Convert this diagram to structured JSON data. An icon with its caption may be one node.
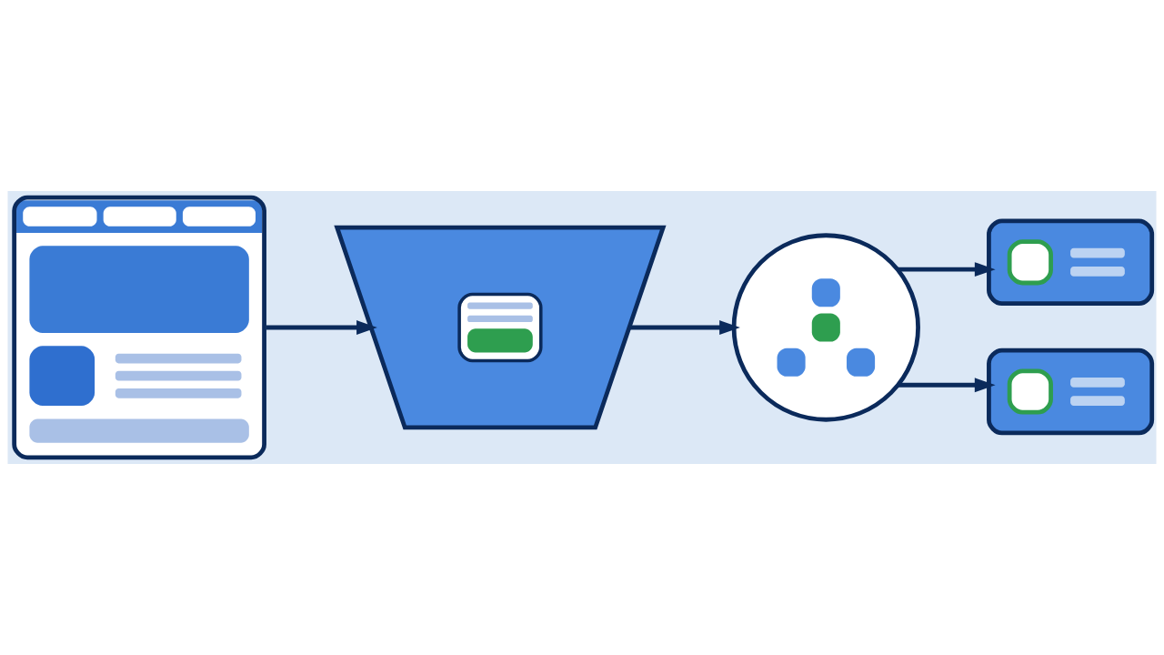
{
  "diagram": {
    "nodes": [
      {
        "text": [],
        "shape": "picture"
      },
      {
        "text": [],
        "shape": "picture"
      },
      {
        "text": [],
        "shape": "picture"
      },
      {
        "text": [],
        "shape": "box"
      },
      {
        "text": [],
        "shape": "box"
      }
    ],
    "edges": [
      {
        "from": 0,
        "to": 1,
        "arrow": "to"
      },
      {
        "from": 1,
        "to": 2,
        "arrow": "to"
      },
      {
        "from": 2,
        "to": 3,
        "arrow": "to"
      },
      {
        "from": 2,
        "to": 4,
        "arrow": "to"
      }
    ]
  }
}
